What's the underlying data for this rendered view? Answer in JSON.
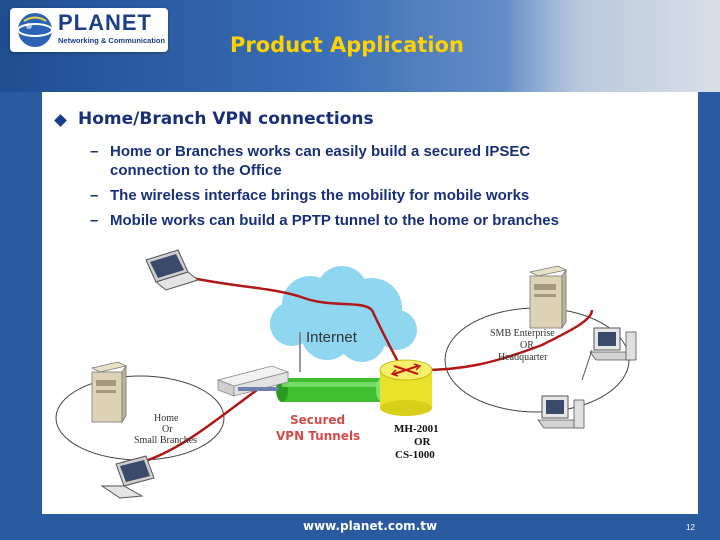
{
  "header": {
    "logo_text": "PLANET",
    "logo_tagline": "Networking & Communication",
    "title": "Product Application"
  },
  "bullets": {
    "main": "Home/Branch VPN connections",
    "sub": [
      {
        "line1": "Home or Branches works can easily build a secured IPSEC",
        "line2": "connection to the Office"
      },
      {
        "line1": "The wireless interface brings the mobility for mobile works"
      },
      {
        "line1": "Mobile works can build a PPTP tunnel to the home or branches"
      }
    ]
  },
  "diagram": {
    "internet_label": "Internet",
    "home_label": [
      "Home",
      "Or",
      "Small Branches"
    ],
    "tunnel_label": [
      "Secured",
      "VPN Tunnels"
    ],
    "device_label": [
      "MH-2001",
      "OR",
      "CS-1000"
    ],
    "hq_label": [
      "SMB Enterprise",
      "OR",
      "Headquarter"
    ]
  },
  "footer": {
    "url": "www.planet.com.tw",
    "page": "12"
  },
  "colors": {
    "title": "#ffd200",
    "body_text": "#1a2f7a",
    "cloud": "#8fd6f0",
    "tunnel": "#3fbf2f",
    "link": "#b01818",
    "router": "#e9e22a"
  }
}
